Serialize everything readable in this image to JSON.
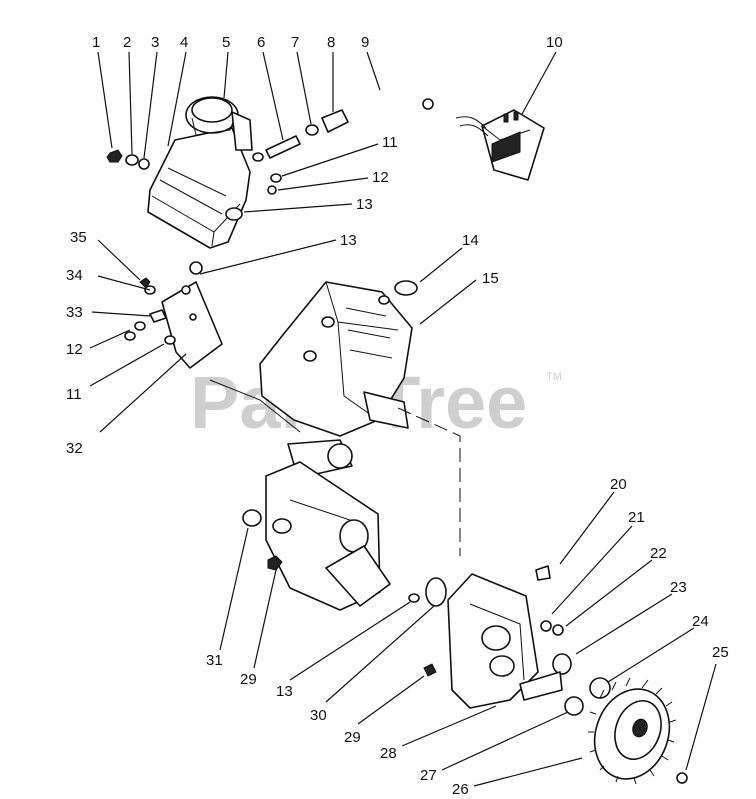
{
  "watermark": {
    "text": "PartsTree",
    "tm": "TM"
  },
  "callouts": [
    {
      "id": "1",
      "label": "1"
    },
    {
      "id": "2",
      "label": "2"
    },
    {
      "id": "3",
      "label": "3"
    },
    {
      "id": "4",
      "label": "4"
    },
    {
      "id": "5",
      "label": "5"
    },
    {
      "id": "6",
      "label": "6"
    },
    {
      "id": "7",
      "label": "7"
    },
    {
      "id": "8",
      "label": "8"
    },
    {
      "id": "9",
      "label": "9"
    },
    {
      "id": "10",
      "label": "10"
    },
    {
      "id": "11a",
      "label": "11"
    },
    {
      "id": "12a",
      "label": "12"
    },
    {
      "id": "13a",
      "label": "13"
    },
    {
      "id": "13b",
      "label": "13"
    },
    {
      "id": "14",
      "label": "14"
    },
    {
      "id": "15",
      "label": "15"
    },
    {
      "id": "35",
      "label": "35"
    },
    {
      "id": "34",
      "label": "34"
    },
    {
      "id": "33",
      "label": "33"
    },
    {
      "id": "12b",
      "label": "12"
    },
    {
      "id": "11b",
      "label": "11"
    },
    {
      "id": "32",
      "label": "32"
    },
    {
      "id": "20",
      "label": "20"
    },
    {
      "id": "21",
      "label": "21"
    },
    {
      "id": "22",
      "label": "22"
    },
    {
      "id": "23",
      "label": "23"
    },
    {
      "id": "24",
      "label": "24"
    },
    {
      "id": "25",
      "label": "25"
    },
    {
      "id": "31",
      "label": "31"
    },
    {
      "id": "29a",
      "label": "29"
    },
    {
      "id": "13c",
      "label": "13"
    },
    {
      "id": "30",
      "label": "30"
    },
    {
      "id": "29b",
      "label": "29"
    },
    {
      "id": "28",
      "label": "28"
    },
    {
      "id": "27",
      "label": "27"
    },
    {
      "id": "26",
      "label": "26"
    }
  ]
}
